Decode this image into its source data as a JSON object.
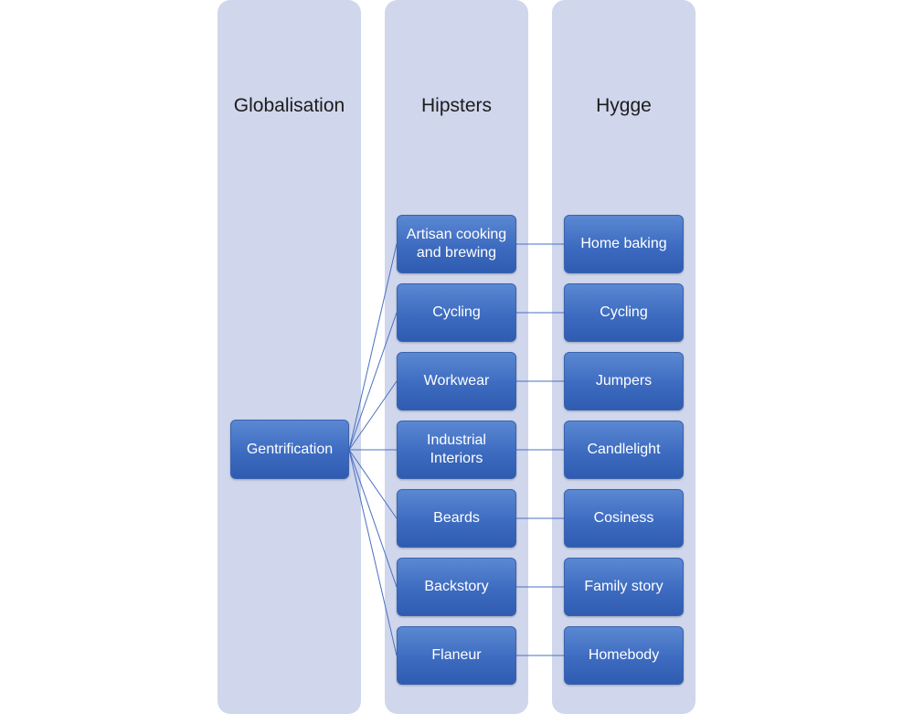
{
  "columns": [
    {
      "title": "Globalisation",
      "nodes": [
        "Gentrification"
      ]
    },
    {
      "title": "Hipsters",
      "nodes": [
        "Artisan cooking and brewing",
        "Cycling",
        "Workwear",
        "Industrial Interiors",
        "Beards",
        "Backstory",
        "Flaneur"
      ]
    },
    {
      "title": "Hygge",
      "nodes": [
        "Home baking",
        "Cycling",
        "Jumpers",
        "Candlelight",
        "Cosiness",
        "Family story",
        "Homebody"
      ]
    }
  ],
  "colors": {
    "column_bg": "#d0d6ec",
    "node_fill": "#4472c4",
    "line": "#4a70c0"
  }
}
